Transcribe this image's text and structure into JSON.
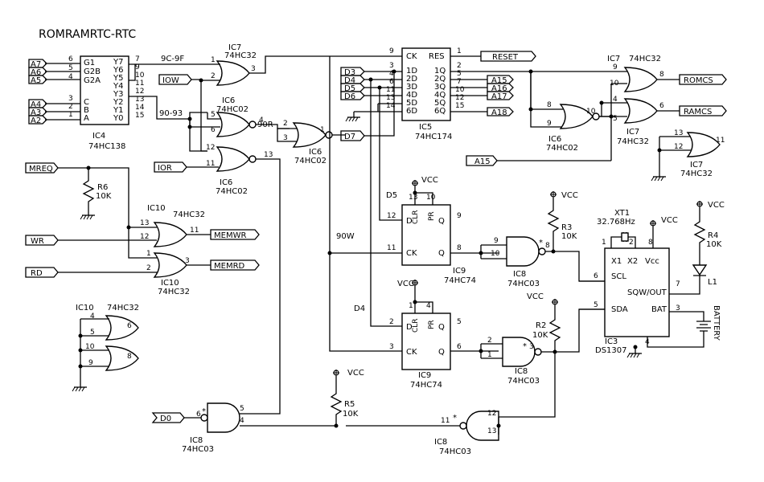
{
  "title": "ROMRAMRTC-RTC",
  "power": "VCC",
  "ports": {
    "a7": "A7",
    "a6": "A6",
    "a5": "A5",
    "a4": "A4",
    "a3": "A3",
    "a2": "A2",
    "mreq": "MREQ",
    "ior": "IOR",
    "iow": "IOW",
    "wr": "WR",
    "rd": "RD",
    "d0": "D0",
    "d3": "D3",
    "d4": "D4",
    "d5": "D5",
    "d6": "D6",
    "d7": "D7",
    "reset": "RESET",
    "a15_out": "A15",
    "a16": "A16",
    "a17": "A17",
    "a18": "A18",
    "a15_in": "A15",
    "romcs": "ROMCS",
    "ramcs": "RAMCS",
    "memwr": "MEMWR",
    "memrd": "MEMRD"
  },
  "ic4": {
    "ref": "IC4",
    "part": "74HC138",
    "pins_left": [
      "G1",
      "G2B",
      "G2A",
      "C",
      "B",
      "A"
    ],
    "pins_left_no": [
      "6",
      "5",
      "4",
      "3",
      "2",
      "1"
    ],
    "pins_right": [
      "Y7",
      "Y6",
      "Y5",
      "Y4",
      "Y3",
      "Y2",
      "Y1",
      "Y0"
    ],
    "pins_right_no": [
      "7",
      "9",
      "10",
      "11",
      "12",
      "13",
      "14",
      "15"
    ]
  },
  "ic5": {
    "ref": "IC5",
    "part": "74HC174",
    "ck": "CK",
    "res": "RES",
    "pins_d": [
      "1D",
      "2D",
      "3D",
      "4D",
      "5D",
      "6D"
    ],
    "pins_d_no": [
      "3",
      "4",
      "6",
      "11",
      "13",
      "14"
    ],
    "pins_q": [
      "1Q",
      "2Q",
      "3Q",
      "4Q",
      "5Q",
      "6Q"
    ],
    "pins_q_no": [
      "2",
      "5",
      "7",
      "10",
      "12",
      "15"
    ],
    "pin_ck": "9",
    "pin_res": "1"
  },
  "ic9a": {
    "ref": "IC9",
    "part": "74HC74",
    "d": "D",
    "ck": "CK",
    "q": "Q",
    "qn": "Q",
    "clr": "CLR",
    "pr": "PR",
    "pin_d": "12",
    "pin_ck": "11",
    "pin_q": "9",
    "pin_qn": "8",
    "pin_clr": "13",
    "pin_pr": "10"
  },
  "ic9b": {
    "ref": "IC9",
    "part": "74HC74",
    "d": "D",
    "ck": "CK",
    "q": "Q",
    "qn": "Q",
    "clr": "CLR",
    "pr": "PR",
    "pin_d": "2",
    "pin_ck": "3",
    "pin_q": "5",
    "pin_qn": "6",
    "pin_clr": "1",
    "pin_pr": "4"
  },
  "ic3": {
    "ref": "IC3",
    "part": "DS1307",
    "x1": "X1",
    "x2": "X2",
    "vcc": "Vcc",
    "scl": "SCL",
    "sqw": "SQW/OUT",
    "sda": "SDA",
    "bat": "BAT",
    "pin_x1": "1",
    "pin_x2": "2",
    "pin_vcc": "8",
    "pin_scl": "6",
    "pin_sqw": "7",
    "pin_sda": "5",
    "pin_bat": "3",
    "pin_gnd": "4"
  },
  "xtal": {
    "ref": "XT1",
    "value": "32.768Hz"
  },
  "battery": "BATTERY",
  "led": "L1",
  "resistors": [
    {
      "ref": "R6",
      "value": "10K"
    },
    {
      "ref": "R3",
      "value": "10K"
    },
    {
      "ref": "R2",
      "value": "10K"
    },
    {
      "ref": "R4",
      "value": "10K"
    },
    {
      "ref": "R5",
      "value": "10K"
    }
  ],
  "gates": {
    "ic7_top": {
      "ref": "IC7",
      "part": "74HC32",
      "in1": "1",
      "in2": "2",
      "out": "3"
    },
    "ic6_a": {
      "ref": "IC6",
      "part": "74HC02",
      "in1": "5",
      "in2": "6",
      "out": "4"
    },
    "ic6_b": {
      "ref": "IC6",
      "part": "74HC02",
      "in1": "2",
      "in2": "3",
      "out": "1"
    },
    "ic6_c": {
      "ref": "IC6",
      "part": "74HC02",
      "in1": "12",
      "in2": "11",
      "out": "13"
    },
    "ic10_a": {
      "ref": "IC10",
      "part": "74HC32",
      "in1": "13",
      "in2": "12",
      "out": "11"
    },
    "ic10_b": {
      "ref": "IC10",
      "part": "74HC32",
      "in1": "1",
      "in2": "2",
      "out": "3"
    },
    "ic10_c": {
      "ref": "IC10",
      "part": "74HC32",
      "in1": "4",
      "in2": "5",
      "out": "6"
    },
    "ic10_d": {
      "ref": "IC10",
      "part": "",
      "in1": "10",
      "in2": "9",
      "out": "8"
    },
    "ic7_r1": {
      "ref": "IC7",
      "part": "74HC32",
      "in1": "9",
      "in2": "10",
      "out": "8"
    },
    "ic7_r2": {
      "ref": "IC7",
      "part": "74HC32",
      "in1": "4",
      "in2": "5",
      "out": "6"
    },
    "ic7_r3": {
      "ref": "IC7",
      "part": "74HC32",
      "in1": "13",
      "in2": "12",
      "out": "11"
    },
    "ic6_r": {
      "ref": "IC6",
      "part": "74HC02",
      "in1": "8",
      "in2": "9",
      "out": "10"
    },
    "ic8_a": {
      "ref": "IC8",
      "part": "74HC03",
      "in1": "9",
      "in2": "10",
      "out": "8"
    },
    "ic8_b": {
      "ref": "IC8",
      "part": "74HC03",
      "in1": "2",
      "in2": "1",
      "out": "3"
    },
    "ic8_c": {
      "ref": "IC8",
      "part": "74HC03",
      "in1": "5",
      "in2": "4",
      "out": "6"
    },
    "ic8_d": {
      "ref": "IC8",
      "part": "74HC03",
      "in1": "12",
      "in2": "13",
      "out": "11"
    }
  },
  "nets": {
    "n9c9f": "9C-9F",
    "n9093": "90-93",
    "n90r": "90R",
    "n90w": "90W",
    "d5": "D5",
    "d4": "D4"
  },
  "oc_mark": "*"
}
